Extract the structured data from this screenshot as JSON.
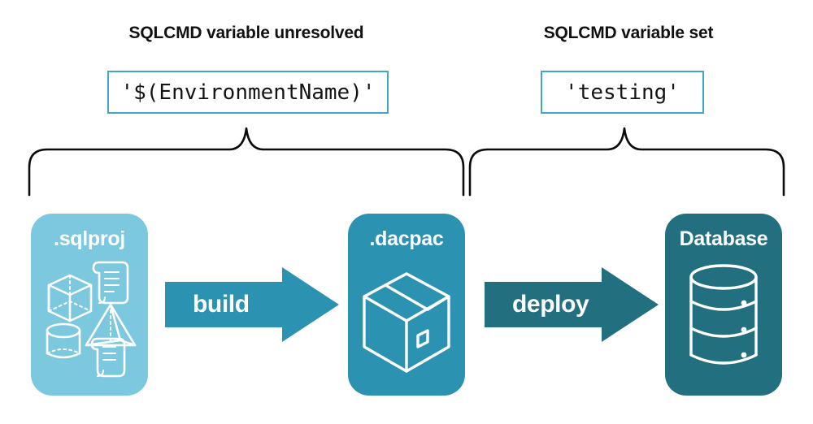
{
  "headers": {
    "left": "SQLCMD variable unresolved",
    "right": "SQLCMD variable set"
  },
  "value_boxes": {
    "left": "'$(EnvironmentName)'",
    "right": "'testing'"
  },
  "cards": [
    {
      "id": "sqlproj",
      "title": ".sqlproj",
      "color": "#7CC8DF",
      "icons": [
        "cube-icon",
        "script-scroll-icon",
        "pyramid-icon",
        "cylinder-icon",
        "script-scroll-icon"
      ]
    },
    {
      "id": "dacpac",
      "title": ".dacpac",
      "color": "#2C92B2",
      "icons": [
        "package-box-icon"
      ]
    },
    {
      "id": "database",
      "title": "Database",
      "color": "#22707F",
      "icons": [
        "database-cylinder-icon"
      ]
    }
  ],
  "arrows": [
    {
      "id": "build",
      "label": "build",
      "color": "#2C92B2"
    },
    {
      "id": "deploy",
      "label": "deploy",
      "color": "#22707F"
    }
  ],
  "braces": [
    {
      "id": "left-brace",
      "spans": [
        "sqlproj",
        "build",
        "dacpac"
      ]
    },
    {
      "id": "right-brace",
      "spans": [
        "dacpac",
        "deploy",
        "database"
      ]
    }
  ],
  "colors": {
    "light_teal": "#7CC8DF",
    "mid_teal": "#2C92B2",
    "dark_teal": "#22707F",
    "box_border": "#3FA8C8",
    "text": "#111111",
    "background": "#FFFFFF"
  }
}
